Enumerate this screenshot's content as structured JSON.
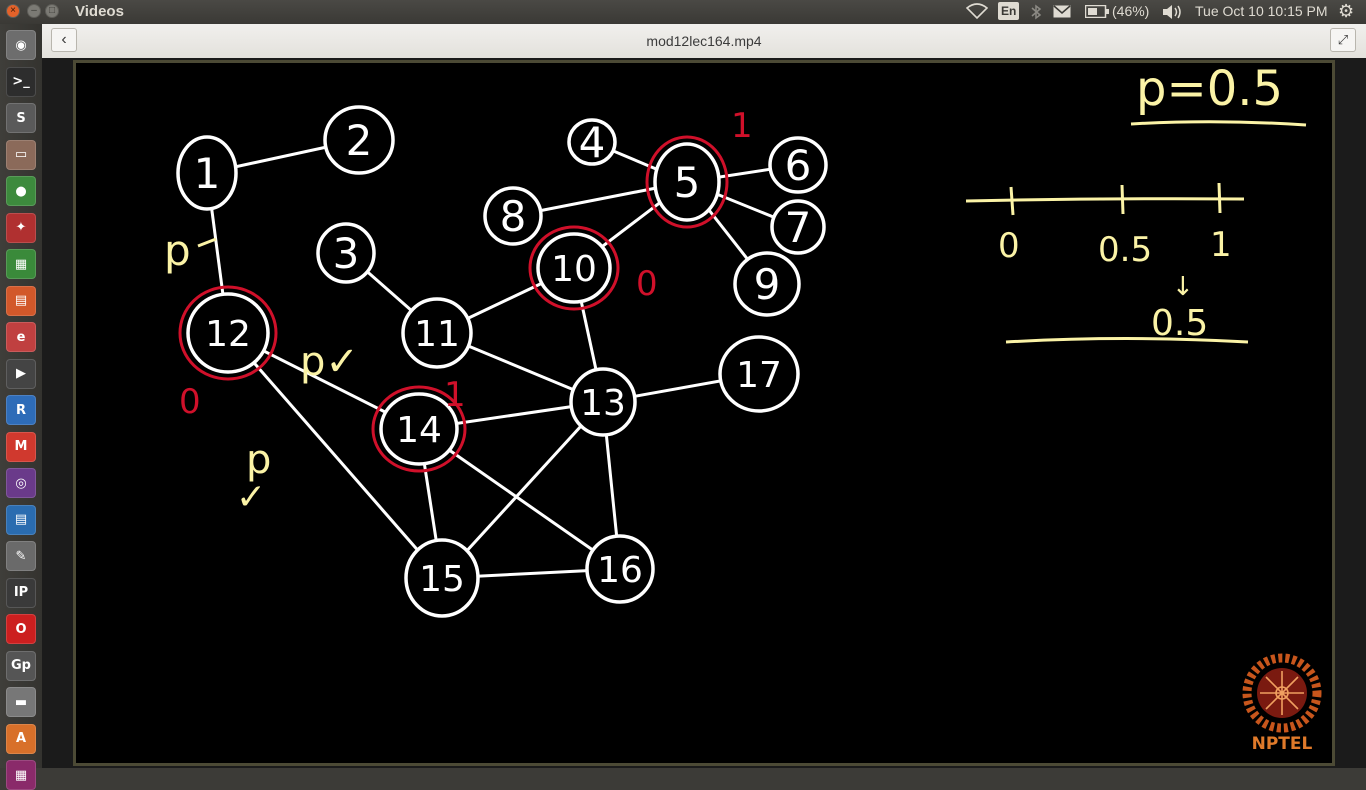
{
  "window": {
    "app_title": "Videos",
    "close_glyph": "×",
    "min_glyph": "–",
    "max_glyph": "□"
  },
  "tray": {
    "keyboard_layout": "En",
    "battery": "(46%)",
    "clock": "Tue Oct 10 10:15 PM",
    "icons": [
      "wifi-icon",
      "keyboard-icon",
      "bluetooth-icon",
      "mail-icon",
      "battery-icon",
      "volume-icon",
      "gear-icon"
    ]
  },
  "launcher": {
    "items": [
      {
        "name": "dash-icon",
        "glyph": "◉",
        "color": "#6d6d6d"
      },
      {
        "name": "terminal-icon",
        "glyph": ">_",
        "color": "#2d2d2d"
      },
      {
        "name": "sublime-icon",
        "glyph": "S",
        "color": "#5a5a5a"
      },
      {
        "name": "file-manager-icon",
        "glyph": "▭",
        "color": "#8b6a5a"
      },
      {
        "name": "chrome-icon",
        "glyph": "●",
        "color": "#3d8a3d"
      },
      {
        "name": "settings-icon",
        "glyph": "✦",
        "color": "#b03030"
      },
      {
        "name": "spreadsheet-icon",
        "glyph": "▦",
        "color": "#3a8a3a"
      },
      {
        "name": "presentation-icon",
        "glyph": "▤",
        "color": "#d2582a"
      },
      {
        "name": "pdf-viewer-icon",
        "glyph": "e",
        "color": "#c04040"
      },
      {
        "name": "video-player-icon",
        "glyph": "▶",
        "color": "#444444"
      },
      {
        "name": "r-icon",
        "glyph": "R",
        "color": "#2e6cb8"
      },
      {
        "name": "gmail-icon",
        "glyph": "M",
        "color": "#d0392e"
      },
      {
        "name": "media-icon",
        "glyph": "◎",
        "color": "#6a3a8a"
      },
      {
        "name": "writer-icon",
        "glyph": "▤",
        "color": "#2a6cb0"
      },
      {
        "name": "text-editor-icon",
        "glyph": "✎",
        "color": "#6a6a6a"
      },
      {
        "name": "ipython-icon",
        "glyph": "IP",
        "color": "#3a3a3a"
      },
      {
        "name": "opera-icon",
        "glyph": "O",
        "color": "#cc1f1f"
      },
      {
        "name": "gp-icon",
        "glyph": "Gp",
        "color": "#555555"
      },
      {
        "name": "drive-icon",
        "glyph": "▬",
        "color": "#777777"
      },
      {
        "name": "store-icon",
        "glyph": "A",
        "color": "#d8702a"
      },
      {
        "name": "misc-icon",
        "glyph": "▦",
        "color": "#8a2a6a"
      }
    ]
  },
  "header": {
    "back_label": "‹",
    "video_title": "mod12lec164.mp4",
    "fullscreen_label": "⤢"
  },
  "board": {
    "graph": {
      "nodes": [
        {
          "id": "1",
          "label": "1"
        },
        {
          "id": "2",
          "label": "2"
        },
        {
          "id": "3",
          "label": "3"
        },
        {
          "id": "4",
          "label": "4"
        },
        {
          "id": "5",
          "label": "5"
        },
        {
          "id": "6",
          "label": "6"
        },
        {
          "id": "7",
          "label": "7"
        },
        {
          "id": "8",
          "label": "8"
        },
        {
          "id": "9",
          "label": "9"
        },
        {
          "id": "10",
          "label": "10"
        },
        {
          "id": "11",
          "label": "11"
        },
        {
          "id": "12",
          "label": "12"
        },
        {
          "id": "13",
          "label": "13"
        },
        {
          "id": "14",
          "label": "14"
        },
        {
          "id": "15",
          "label": "15"
        },
        {
          "id": "16",
          "label": "16"
        },
        {
          "id": "17",
          "label": "17"
        }
      ],
      "edges": [
        [
          "1",
          "2"
        ],
        [
          "1",
          "12"
        ],
        [
          "4",
          "5"
        ],
        [
          "5",
          "6"
        ],
        [
          "5",
          "7"
        ],
        [
          "5",
          "9"
        ],
        [
          "5",
          "8"
        ],
        [
          "5",
          "10"
        ],
        [
          "3",
          "11"
        ],
        [
          "10",
          "11"
        ],
        [
          "10",
          "13"
        ],
        [
          "11",
          "13"
        ],
        [
          "12",
          "14"
        ],
        [
          "12",
          "15"
        ],
        [
          "14",
          "13"
        ],
        [
          "14",
          "15"
        ],
        [
          "14",
          "16"
        ],
        [
          "13",
          "15"
        ],
        [
          "13",
          "16"
        ],
        [
          "13",
          "17"
        ],
        [
          "15",
          "16"
        ]
      ],
      "highlighted_nodes": [
        "5",
        "10",
        "12",
        "14"
      ]
    },
    "red_marks": [
      {
        "target": "5",
        "text": "1"
      },
      {
        "target": "10",
        "text": "0"
      },
      {
        "target": "12",
        "text": "0"
      },
      {
        "target": "14",
        "text": "1"
      }
    ],
    "yellow_marks": [
      {
        "text": "p"
      },
      {
        "text": "p✓"
      },
      {
        "text": "p"
      },
      {
        "text": "✓"
      }
    ],
    "probability_label": "p=0.5",
    "number_line": {
      "ticks": [
        "0",
        "0.5",
        "1"
      ],
      "arrow": "↓",
      "result": "0.5"
    },
    "logo_text": "NPTEL"
  }
}
